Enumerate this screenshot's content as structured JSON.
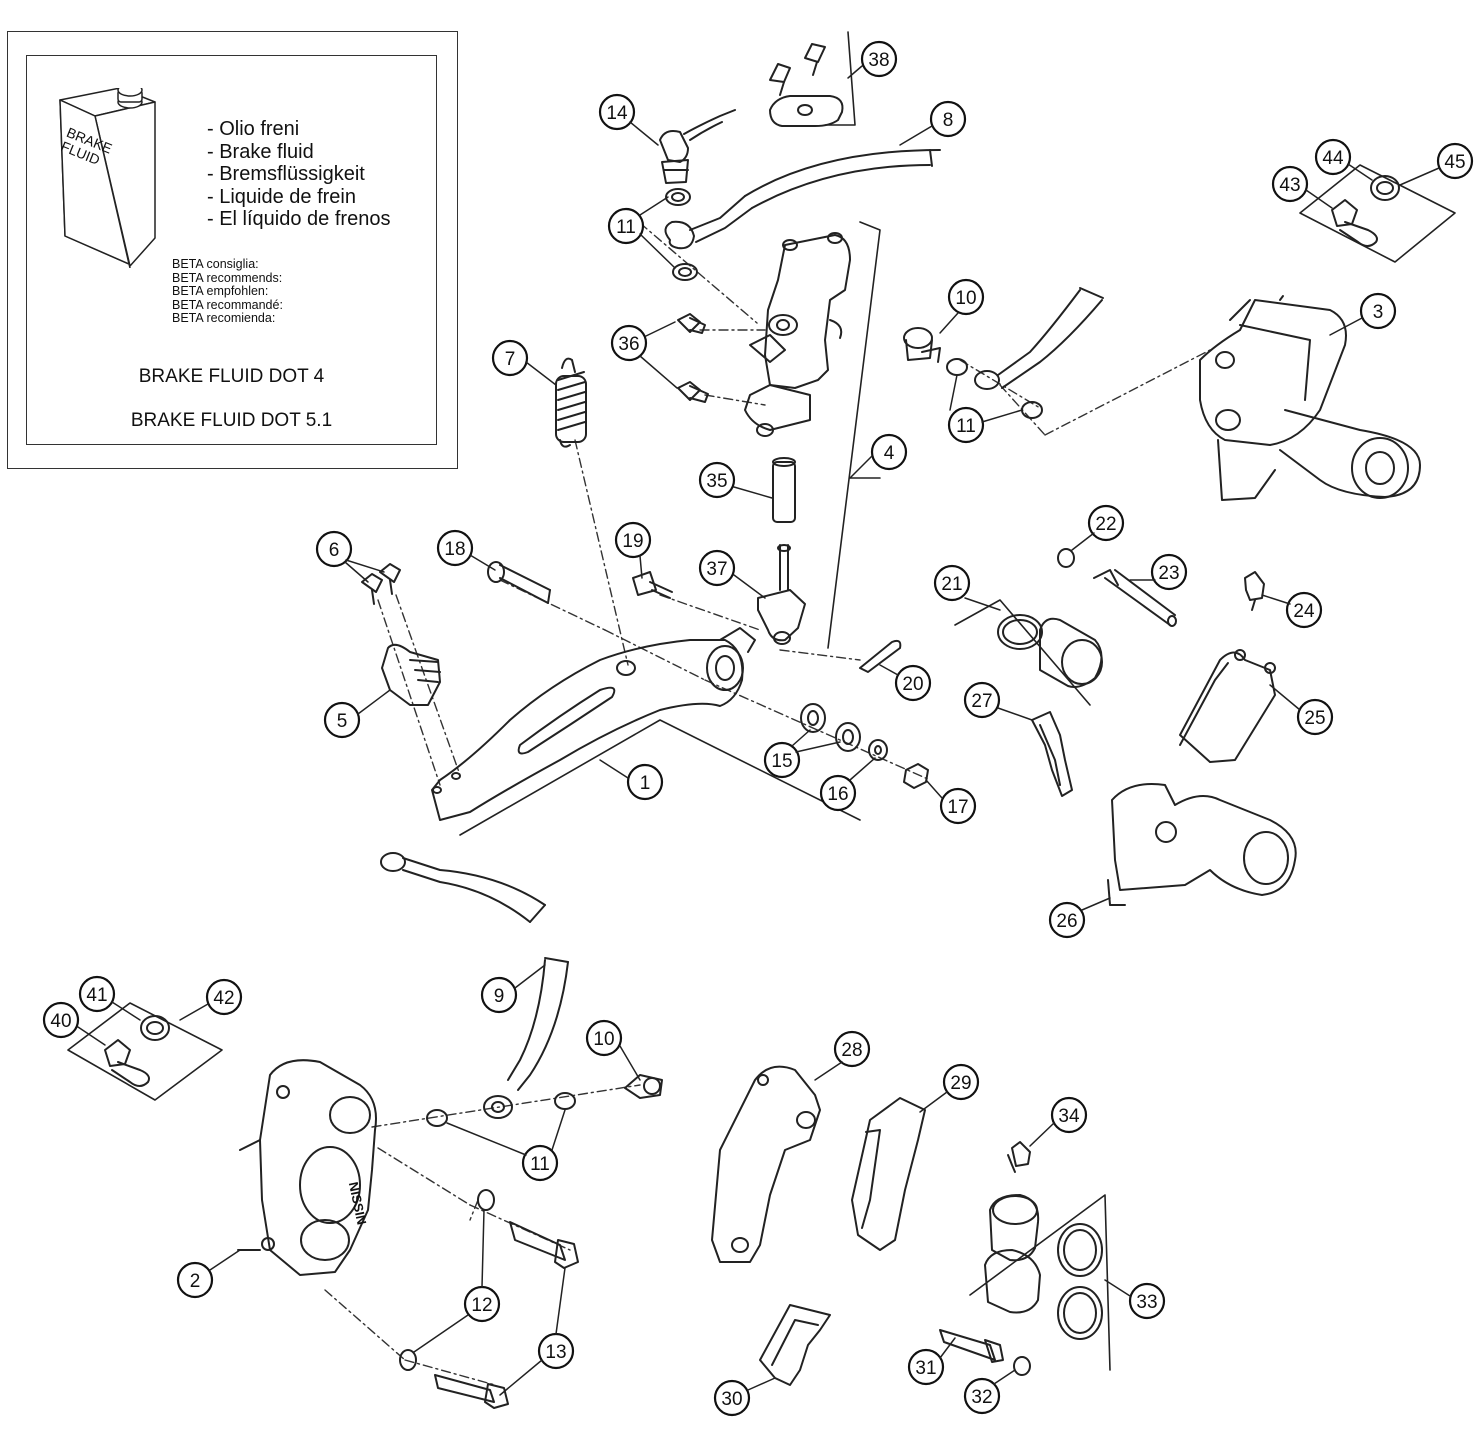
{
  "info_box": {
    "can_label_line1": "BRAKE",
    "can_label_line2": "FLUID",
    "fluid_names": [
      "- Olio freni",
      "- Brake fluid",
      "- Bremsflüssigkeit",
      "- Liquide de frein",
      "- El líquido de frenos"
    ],
    "recommendations": [
      "BETA consiglia:",
      "BETA recommends:",
      "BETA empfohlen:",
      "BETA recommandé:",
      "BETA recomienda:"
    ],
    "dot4": "BRAKE FLUID DOT 4",
    "dot51": "BRAKE FLUID DOT 5.1"
  },
  "caliper_brand": "NISSIN",
  "callouts": [
    "1",
    "2",
    "3",
    "4",
    "5",
    "6",
    "7",
    "8",
    "9",
    "10",
    "10",
    "11",
    "11",
    "11",
    "12",
    "13",
    "14",
    "15",
    "16",
    "17",
    "18",
    "19",
    "20",
    "21",
    "22",
    "23",
    "24",
    "25",
    "26",
    "27",
    "28",
    "29",
    "30",
    "31",
    "32",
    "33",
    "34",
    "35",
    "36",
    "37",
    "38",
    "40",
    "41",
    "42",
    "43",
    "44",
    "45"
  ]
}
